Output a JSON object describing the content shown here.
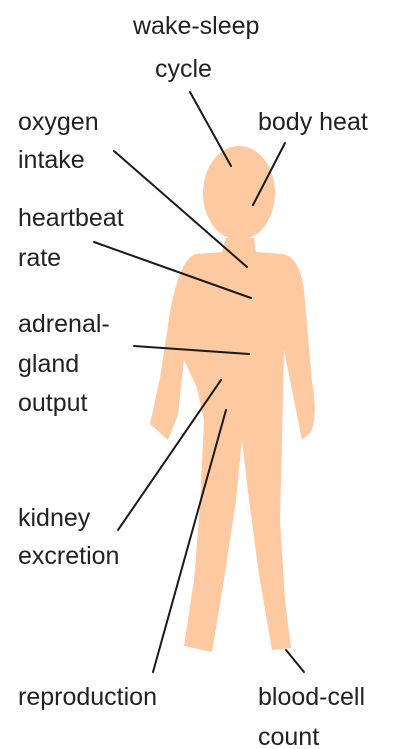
{
  "colors": {
    "figure": "#fdc9a1",
    "line": "#1a1a1a",
    "text": "#222222"
  },
  "labels": {
    "wake_sleep": [
      "wake-sleep",
      "cycle"
    ],
    "body_heat": [
      "body heat"
    ],
    "oxygen": [
      "oxygen",
      "intake"
    ],
    "heartbeat": [
      "heartbeat",
      "rate"
    ],
    "adrenal": [
      "adrenal-",
      "gland",
      "output"
    ],
    "kidney": [
      "kidney",
      "excretion"
    ],
    "reproduction": [
      "reproduction"
    ],
    "blood_cell": [
      "blood-cell",
      "count"
    ]
  }
}
